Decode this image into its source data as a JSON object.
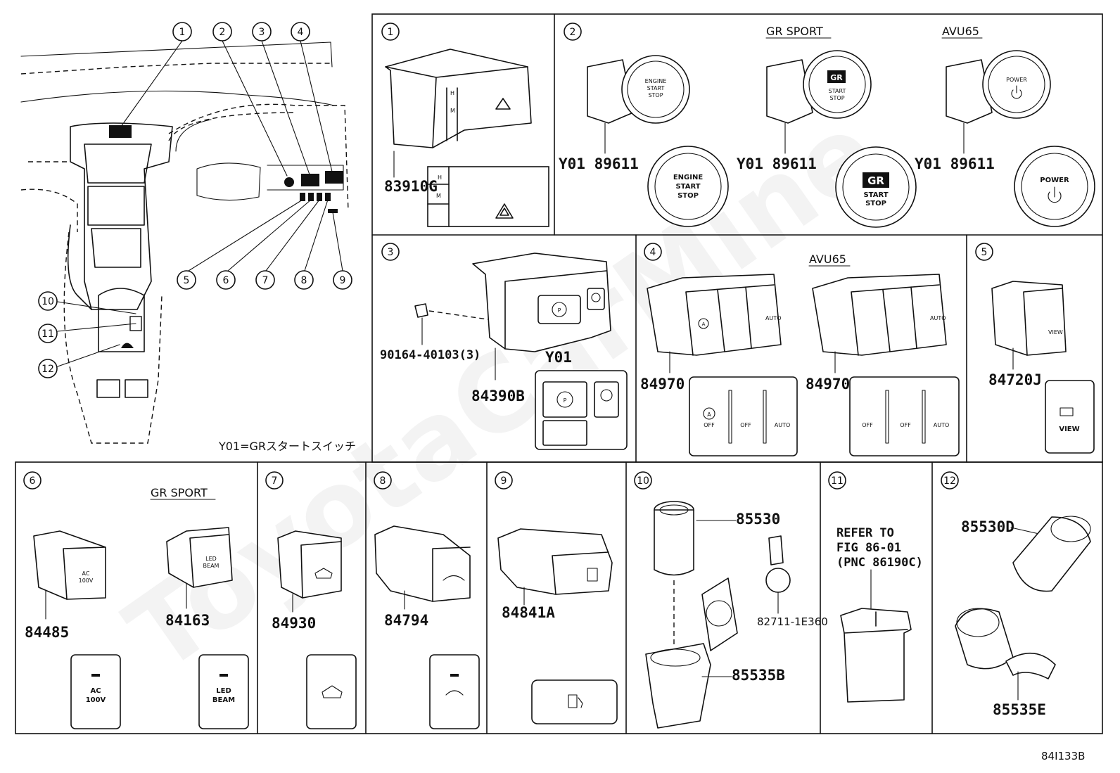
{
  "watermark": "ToyotaCarMine",
  "diagram_code": "84I133B",
  "callout_numbers": [
    "1",
    "2",
    "3",
    "4",
    "5",
    "6",
    "7",
    "8",
    "9",
    "10",
    "11",
    "12"
  ],
  "legend_note": "Y01=GRスタートスイッチ",
  "panels": {
    "p1": {
      "num": "1",
      "part": "83910G",
      "btn_h": "H",
      "btn_m": "M"
    },
    "p2": {
      "num": "2",
      "header_gr": "GR SPORT",
      "header_avu": "AVU65",
      "part_a": "Y01 89611",
      "part_b": "Y01 89611",
      "part_c": "Y01 89611",
      "engine_l1": "ENGINE",
      "engine_l2": "START",
      "engine_l3": "STOP",
      "gr_logo": "GR",
      "gr_l1": "START",
      "gr_l2": "STOP",
      "power": "POWER"
    },
    "p3": {
      "num": "3",
      "bolt_part": "90164-40103(3)",
      "part": "84390B",
      "variant": "Y01",
      "p_symbol": "P"
    },
    "p4": {
      "num": "4",
      "header": "AVU65",
      "part_a": "84970",
      "part_b": "84970",
      "off": "OFF",
      "auto": "AUTO",
      "a_symbol": "A"
    },
    "p5": {
      "num": "5",
      "part": "84720J",
      "view": "VIEW"
    },
    "p6": {
      "num": "6",
      "header": "GR SPORT",
      "part_a": "84485",
      "part_b": "84163",
      "ac": "AC",
      "ac_v": "100V",
      "led": "LED",
      "beam": "BEAM"
    },
    "p7": {
      "num": "7",
      "part": "84930"
    },
    "p8": {
      "num": "8",
      "part": "84794"
    },
    "p9": {
      "num": "9",
      "part": "84841A"
    },
    "p10": {
      "num": "10",
      "part_a": "85530",
      "part_b": "85535B",
      "part_c": "82711-1E360"
    },
    "p11": {
      "num": "11",
      "ref1": "REFER TO",
      "ref2": "FIG 86-01",
      "ref3": "(PNC 86190C)"
    },
    "p12": {
      "num": "12",
      "part_a": "85530D",
      "part_b": "85535E"
    }
  }
}
